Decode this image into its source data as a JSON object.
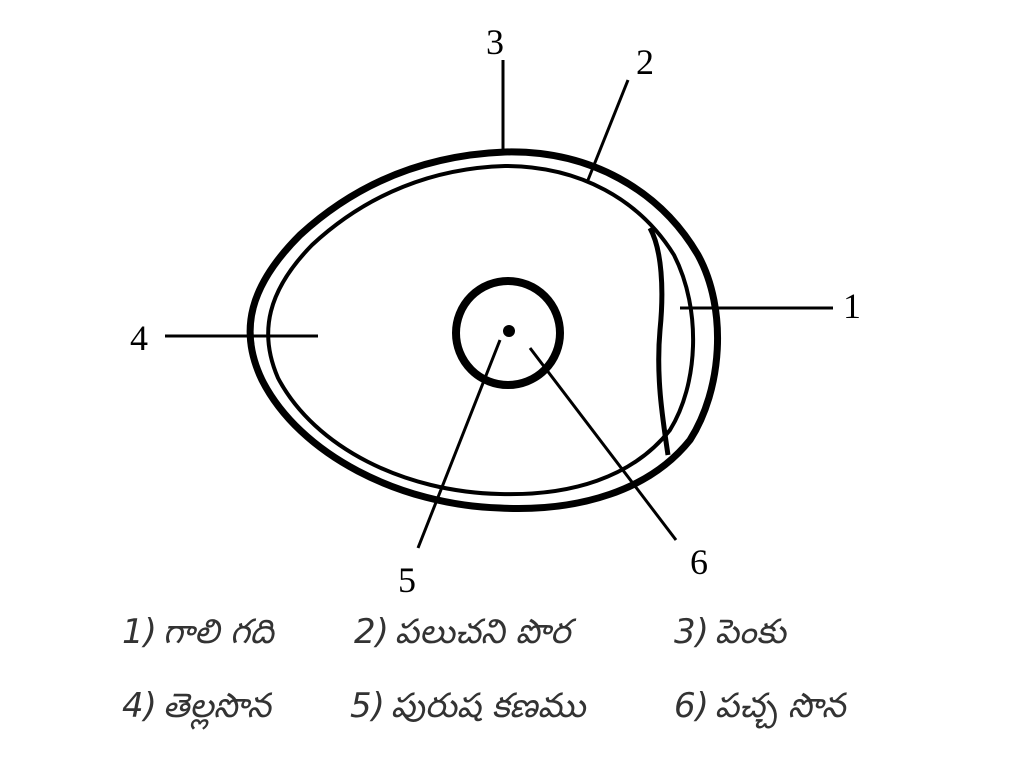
{
  "labels": {
    "n1": "1",
    "n2": "2",
    "n3": "3",
    "n4": "4",
    "n5": "5",
    "n6": "6"
  },
  "legend": [
    {
      "num": "1)",
      "text": "గాలి గది"
    },
    {
      "num": "2)",
      "text": "పలుచని పొర"
    },
    {
      "num": "3)",
      "text": "పెంకు"
    },
    {
      "num": "4)",
      "text": "తెల్లసొన"
    },
    {
      "num": "5)",
      "text": "పురుష కణము"
    },
    {
      "num": "6)",
      "text": "పచ్చ సొన"
    }
  ]
}
